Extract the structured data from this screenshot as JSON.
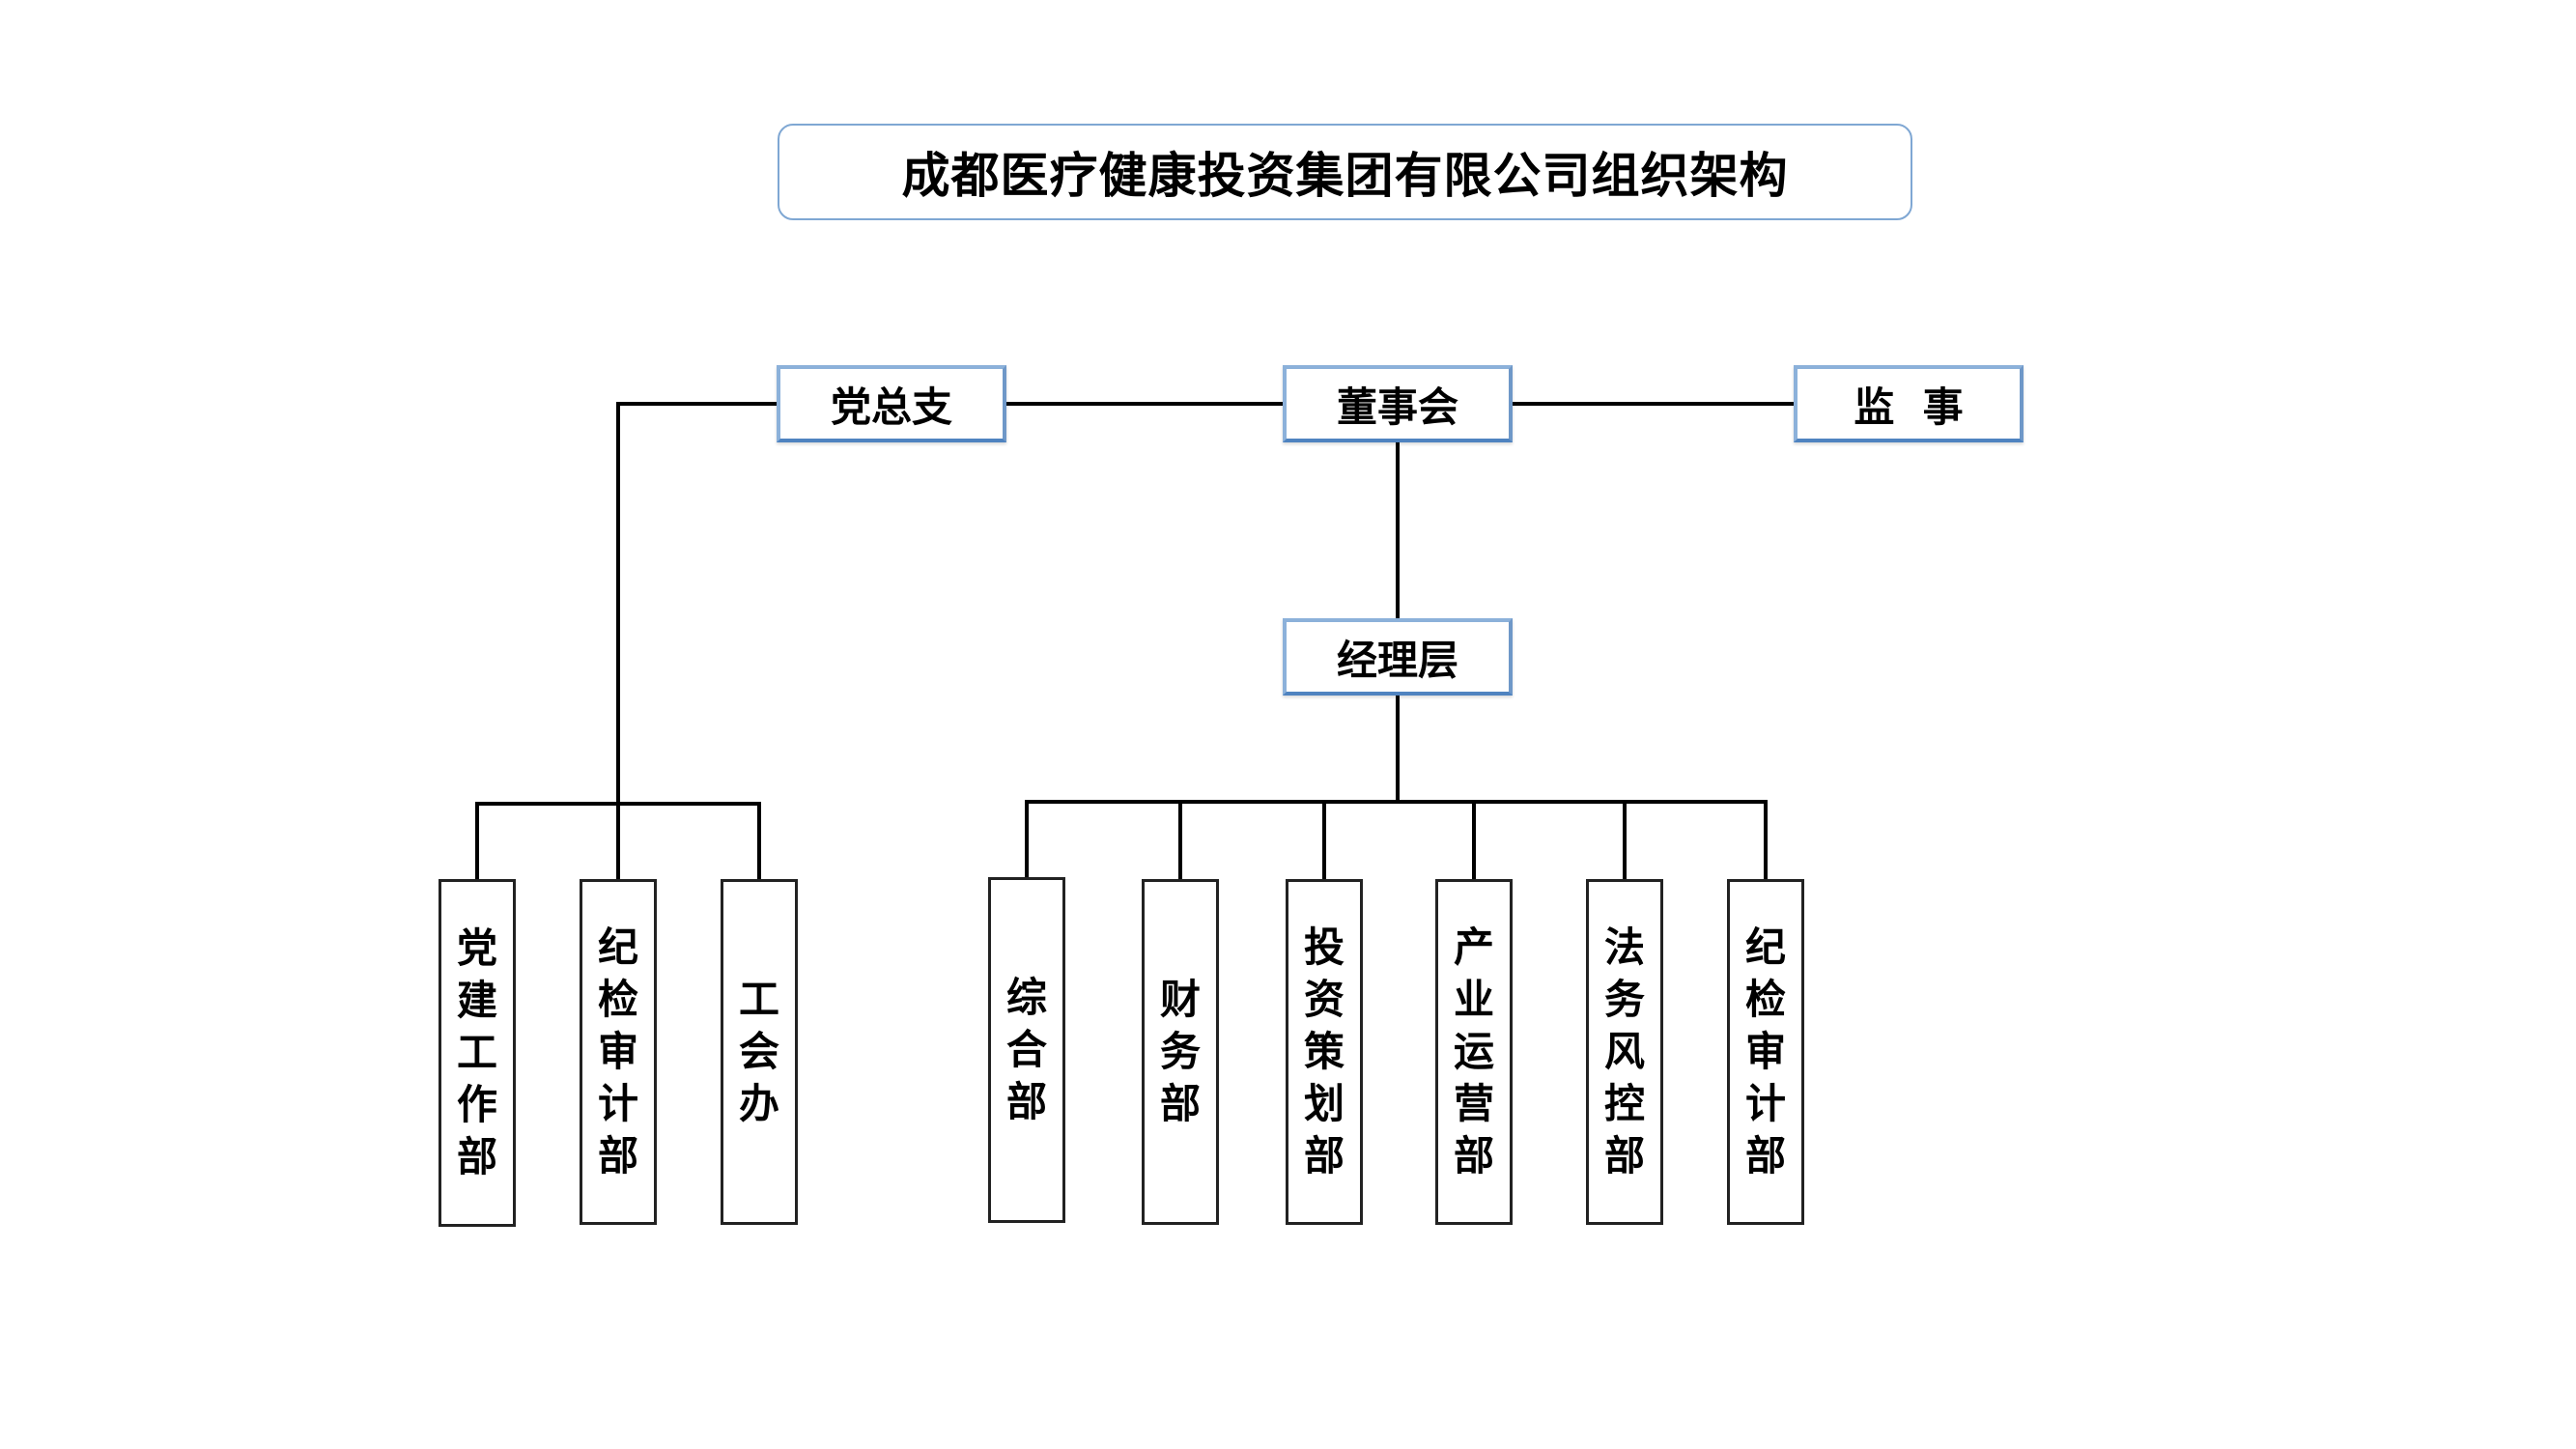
{
  "title": "成都医疗健康投资集团有限公司组织架构",
  "top_row": {
    "party_branch": "党总支",
    "board": "董事会",
    "supervisor": "监  事"
  },
  "management": "经理层",
  "party_departments": [
    "党建工作部",
    "纪检审计部",
    "工会办"
  ],
  "management_departments": [
    "综合部",
    "财务部",
    "投资策划部",
    "产业运营部",
    "法务风控部",
    "纪检审计部"
  ],
  "colors": {
    "box_border_blue": "#8cb1da",
    "title_border": "#7fa7d3",
    "line": "#000000"
  }
}
